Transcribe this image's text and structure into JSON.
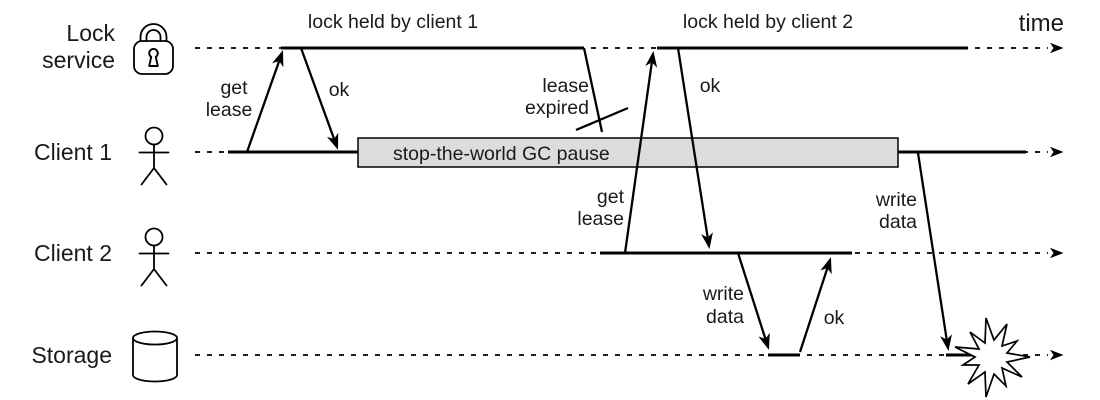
{
  "figure": {
    "time_label": "time"
  },
  "rows": [
    {
      "name": "lock-service",
      "label_lines": [
        "Lock",
        "service"
      ],
      "icon": "padlock-icon"
    },
    {
      "name": "client-1",
      "label_lines": [
        "Client 1"
      ],
      "icon": "person-icon"
    },
    {
      "name": "client-2",
      "label_lines": [
        "Client 2"
      ],
      "icon": "person-icon"
    },
    {
      "name": "storage",
      "label_lines": [
        "Storage"
      ],
      "icon": "database-cylinder-icon"
    }
  ],
  "lock_spans": [
    {
      "label": "lock held by client 1"
    },
    {
      "label": "lock held by client 2"
    }
  ],
  "gc_pause": {
    "label": "stop-the-world GC pause",
    "fill_color": "#dcdcdc",
    "border_color": "#000000"
  },
  "messages": {
    "get_lease_1": {
      "lines": [
        "get",
        "lease"
      ]
    },
    "ok_1": {
      "label": "ok"
    },
    "lease_expired": {
      "lines": [
        "lease",
        "expired"
      ]
    },
    "get_lease_2": {
      "lines": [
        "get",
        "lease"
      ]
    },
    "ok_2": {
      "label": "ok"
    },
    "write_data_client2": {
      "lines": [
        "write",
        "data"
      ]
    },
    "ok_storage": {
      "label": "ok"
    },
    "write_data_client1": {
      "lines": [
        "write",
        "data"
      ]
    }
  },
  "colors": {
    "line": "#000000",
    "background": "#ffffff",
    "gc_box_fill": "#dcdcdc"
  }
}
